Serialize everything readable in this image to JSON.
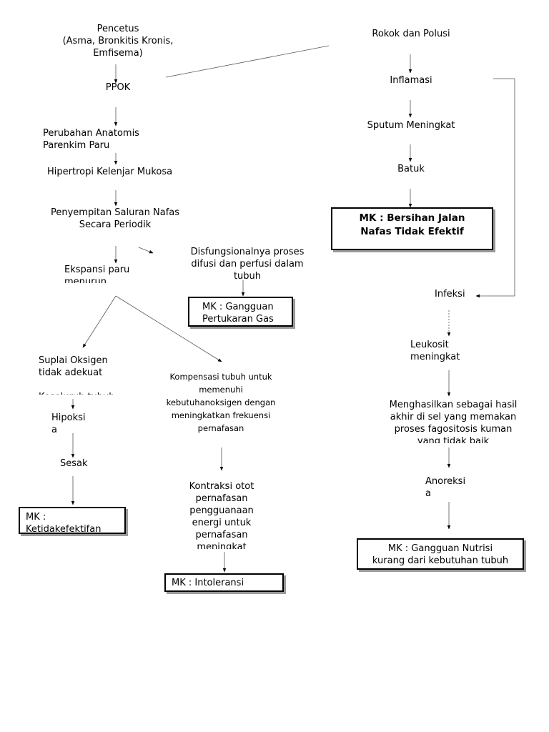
{
  "nodes": {
    "pencetus": "Pencetus\n(Asma, Bronkitis Kronis,\nEmfisema)",
    "ppok": "PPOK",
    "perubahan": "Perubahan Anatomis\nParenkim Paru",
    "hipertropi": "Hipertropi Kelenjar Mukosa",
    "penyempitan": "Penyempitan Saluran Nafas\nSecara Periodik",
    "ekspansi": "Ekspansi paru\nmenurun",
    "disfungsi": "Disfungsionalnya proses\ndifusi dan perfusi dalam\ntubuh",
    "mk_gas": "MK : Gangguan\nPertukaran Gas",
    "suplai": "Suplai Oksigen\ntidak adekuat\n\nKeseluruh tubuh",
    "kompensasi": "Kompensasi tubuh untuk\nmemenuhi\nkebutuhanoksigen dengan\nmeningkatkan frekuensi\npernafasan",
    "hipoksia": "Hipoksi\na",
    "sesak": "Sesak",
    "mk_ketidak": "MK :\nKetidakefektifan",
    "kontraksi": "Kontraksi otot\npernafasan\npengguanaan\nenergi untuk\npernafasan\nmeningkat",
    "mk_intoleransi": "MK : Intoleransi",
    "rokok": "Rokok dan Polusi",
    "inflamasi": "Inflamasi",
    "sputum": "Sputum Meningkat",
    "batuk": "Batuk",
    "mk_bersihan": "MK : Bersihan Jalan\nNafas Tidak Efektif",
    "infeksi": "Infeksi",
    "leukosit": "Leukosit\nmeningkat",
    "menghasilkan": "Menghasilkan sebagai hasil\nakhir di sel yang memakan\nproses fagositosis kuman\nyang tidak baik",
    "anoreksia": "Anoreksi\na",
    "mk_nutrisi": "MK : Gangguan Nutrisi\nkurang dari kebutuhan tubuh"
  }
}
